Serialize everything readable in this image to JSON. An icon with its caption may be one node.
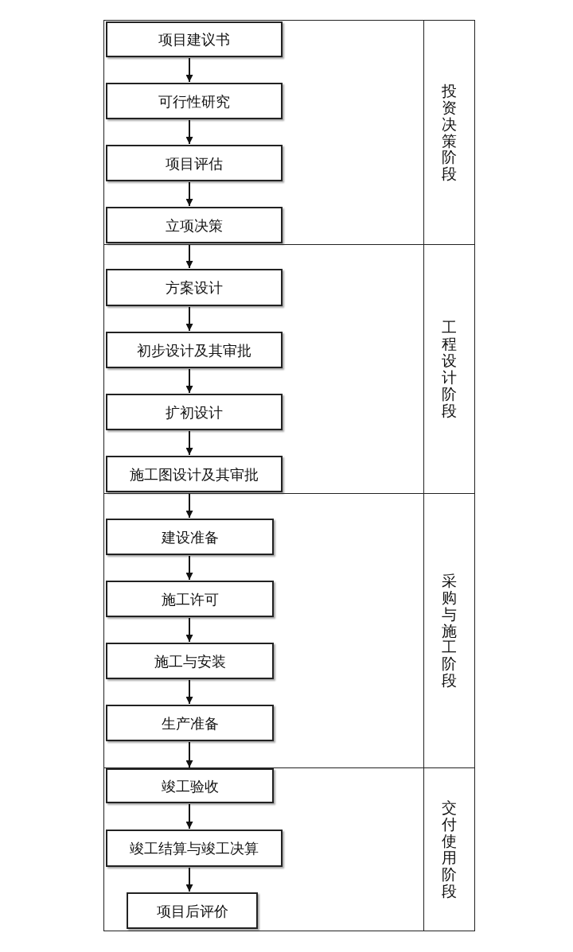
{
  "diagram": {
    "nodes": [
      {
        "text": [
          "投资决策阶段"
        ]
      },
      {
        "text": [
          "项目建议书"
        ],
        "in": 0
      },
      {
        "text": [
          "可行性研究"
        ],
        "in": 0
      },
      {
        "text": [
          "项目评估"
        ],
        "in": 0
      },
      {
        "text": [
          "立项决策"
        ],
        "in": 0
      },
      {
        "text": [
          "工程设计阶段"
        ]
      },
      {
        "text": [
          "方案设计"
        ],
        "in": 5
      },
      {
        "text": [
          "初步设计及其审批"
        ],
        "in": 5
      },
      {
        "text": [
          "扩初设计"
        ],
        "in": 5
      },
      {
        "text": [
          "施工图设计及其审批"
        ],
        "in": 5
      },
      {
        "text": [
          "采购与施工阶段"
        ]
      },
      {
        "text": [
          "建设准备"
        ],
        "in": 10
      },
      {
        "text": [
          "施工许可"
        ],
        "in": 10
      },
      {
        "text": [
          "施工与安装"
        ],
        "in": 10
      },
      {
        "text": [
          "生产准备"
        ],
        "in": 10
      },
      {
        "text": [
          "交付使用阶段"
        ]
      },
      {
        "text": [
          "竣工验收"
        ],
        "in": 15
      },
      {
        "text": [
          "竣工结算与竣工决算"
        ],
        "in": 15
      },
      {
        "text": [
          "项目后评价"
        ],
        "in": 15
      }
    ],
    "edges": [
      {
        "from": 1,
        "to": 2,
        "arrow": "to"
      },
      {
        "from": 2,
        "to": 3,
        "arrow": "to"
      },
      {
        "from": 3,
        "to": 4,
        "arrow": "to"
      },
      {
        "from": 4,
        "to": 6,
        "arrow": "to"
      },
      {
        "from": 6,
        "to": 7,
        "arrow": "to"
      },
      {
        "from": 7,
        "to": 8,
        "arrow": "to"
      },
      {
        "from": 8,
        "to": 9,
        "arrow": "to"
      },
      {
        "from": 9,
        "to": 11,
        "arrow": "to"
      },
      {
        "from": 11,
        "to": 12,
        "arrow": "to"
      },
      {
        "from": 12,
        "to": 13,
        "arrow": "to"
      },
      {
        "from": 13,
        "to": 14,
        "arrow": "to"
      },
      {
        "from": 14,
        "to": 16,
        "arrow": "to"
      },
      {
        "from": 16,
        "to": 17,
        "arrow": "to"
      },
      {
        "from": 17,
        "to": 18,
        "arrow": "to"
      }
    ]
  }
}
